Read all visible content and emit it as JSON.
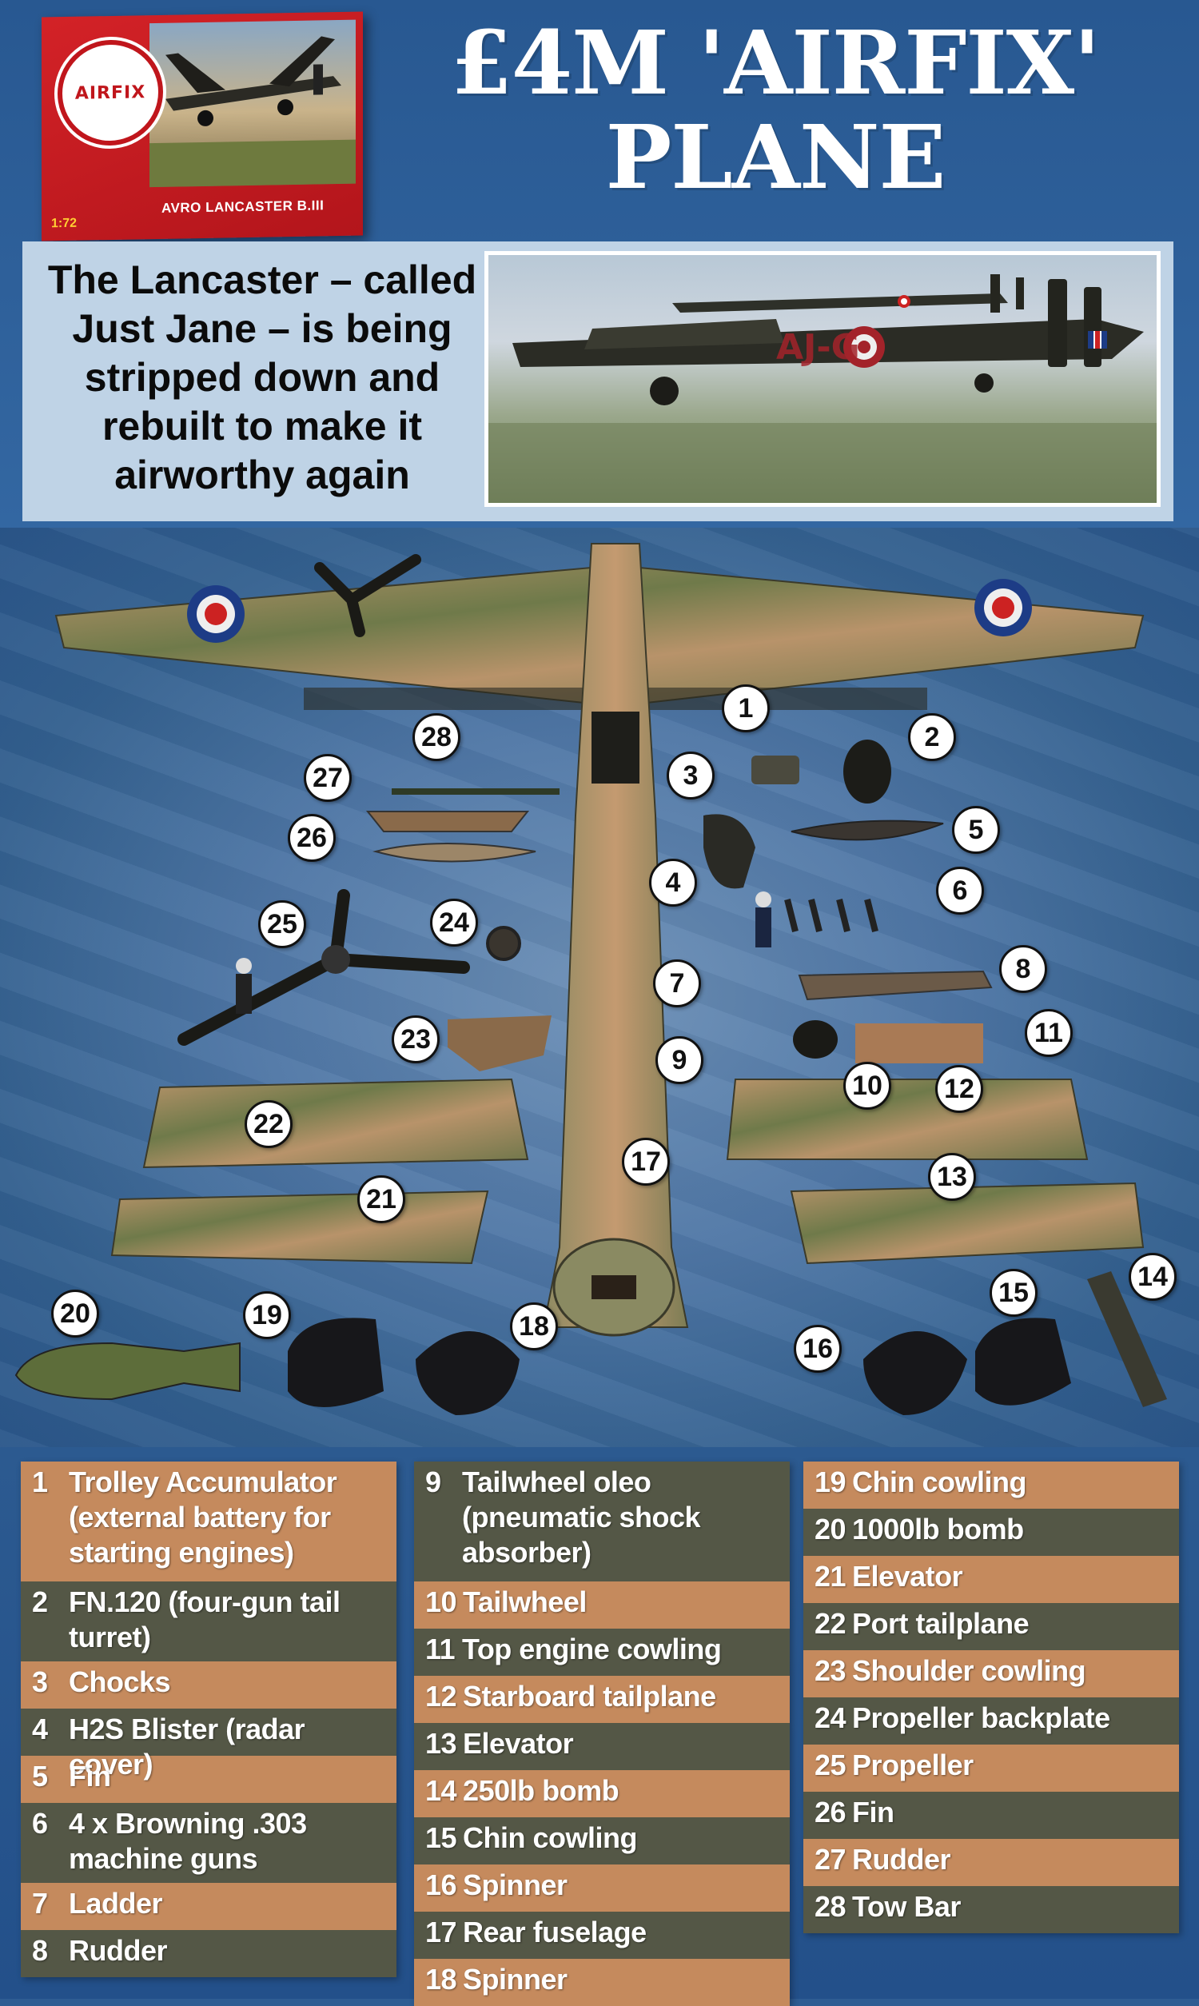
{
  "header": {
    "headline_line1": "£4M 'AIRFIX'",
    "headline_line2": "PLANE"
  },
  "kit_box": {
    "brand": "AIRFIX",
    "model": "AVRO LANCASTER B.III",
    "scale": "1:72"
  },
  "intro": {
    "text": "The Lancaster – called Just Jane – is being stripped down and rebuilt to make it airworthy again",
    "aircraft_code": "AJ-G"
  },
  "callouts": [
    "1",
    "2",
    "3",
    "4",
    "5",
    "6",
    "7",
    "8",
    "9",
    "10",
    "11",
    "12",
    "13",
    "14",
    "15",
    "16",
    "17",
    "18",
    "19",
    "20",
    "21",
    "22",
    "23",
    "24",
    "25",
    "26",
    "27",
    "28"
  ],
  "legend": {
    "column1": [
      {
        "num": "1",
        "label": "Trolley Accumulator (external battery for starting engines)"
      },
      {
        "num": "2",
        "label": "FN.120 (four-gun tail turret)"
      },
      {
        "num": "3",
        "label": "Chocks"
      },
      {
        "num": "4",
        "label": "H2S Blister (radar cover)"
      },
      {
        "num": "5",
        "label": "Fin"
      },
      {
        "num": "6",
        "label": "4 x Browning .303 machine guns"
      },
      {
        "num": "7",
        "label": "Ladder"
      },
      {
        "num": "8",
        "label": "Rudder"
      }
    ],
    "column2": [
      {
        "num": "9",
        "label": "Tailwheel oleo (pneumatic shock absorber)"
      },
      {
        "num": "10",
        "label": "Tailwheel"
      },
      {
        "num": "11",
        "label": "Top engine cowling"
      },
      {
        "num": "12",
        "label": "Starboard tailplane"
      },
      {
        "num": "13",
        "label": "Elevator"
      },
      {
        "num": "14",
        "label": "250lb bomb"
      },
      {
        "num": "15",
        "label": "Chin cowling"
      },
      {
        "num": "16",
        "label": "Spinner"
      },
      {
        "num": "17",
        "label": "Rear fuselage"
      },
      {
        "num": "18",
        "label": "Spinner"
      }
    ],
    "column3": [
      {
        "num": "19",
        "label": "Chin cowling"
      },
      {
        "num": "20",
        "label": "1000lb bomb"
      },
      {
        "num": "21",
        "label": "Elevator"
      },
      {
        "num": "22",
        "label": "Port tailplane"
      },
      {
        "num": "23",
        "label": "Shoulder cowling"
      },
      {
        "num": "24",
        "label": "Propeller backplate"
      },
      {
        "num": "25",
        "label": "Propeller"
      },
      {
        "num": "26",
        "label": "Fin"
      },
      {
        "num": "27",
        "label": "Rudder"
      },
      {
        "num": "28",
        "label": "Tow Bar"
      }
    ]
  },
  "colors": {
    "background_blue": "#2f5d93",
    "intro_panel": "#bfd3e6",
    "legend_tan": "#c58a5d",
    "legend_olive": "#545746",
    "kit_red": "#d32227"
  }
}
